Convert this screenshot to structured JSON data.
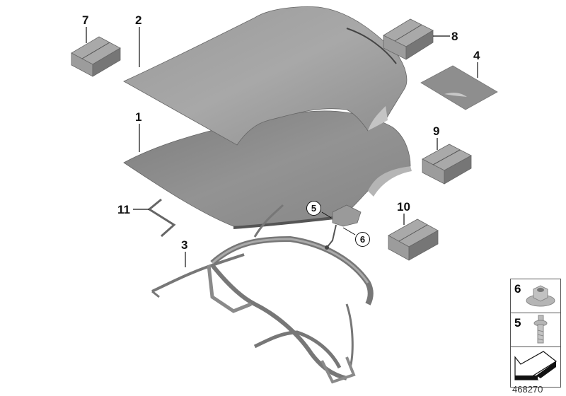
{
  "diagram": {
    "title": "Convertible soft top exploded parts diagram",
    "diagram_id": "468270",
    "callouts": [
      {
        "id": "7",
        "label": "7",
        "part": "repair kit box"
      },
      {
        "id": "2",
        "label": "2",
        "part": "soft top outer cover"
      },
      {
        "id": "1",
        "label": "1",
        "part": "soft top inner cover"
      },
      {
        "id": "8",
        "label": "8",
        "part": "repair kit box"
      },
      {
        "id": "4",
        "label": "4",
        "part": "adhesive patch"
      },
      {
        "id": "9",
        "label": "9",
        "part": "repair kit box"
      },
      {
        "id": "10",
        "label": "10",
        "part": "repair kit box"
      },
      {
        "id": "11",
        "label": "11",
        "part": "bent wire rod"
      },
      {
        "id": "3",
        "label": "3",
        "part": "soft top frame mechanism"
      },
      {
        "id": "5",
        "label": "5",
        "part": "bolt",
        "circled": true
      },
      {
        "id": "6",
        "label": "6",
        "part": "nut",
        "circled": true
      }
    ],
    "legend": {
      "items": [
        {
          "label": "6",
          "part": "collar nut"
        },
        {
          "label": "5",
          "part": "bolt"
        },
        {
          "label": "",
          "part": "arrow symbol"
        }
      ]
    },
    "colors": {
      "cover": "#8a8a8a",
      "cover_light": "#a6a6a6",
      "box_top": "#a9a9a9",
      "box_side": "#7a7a7a",
      "line": "#111111"
    }
  }
}
